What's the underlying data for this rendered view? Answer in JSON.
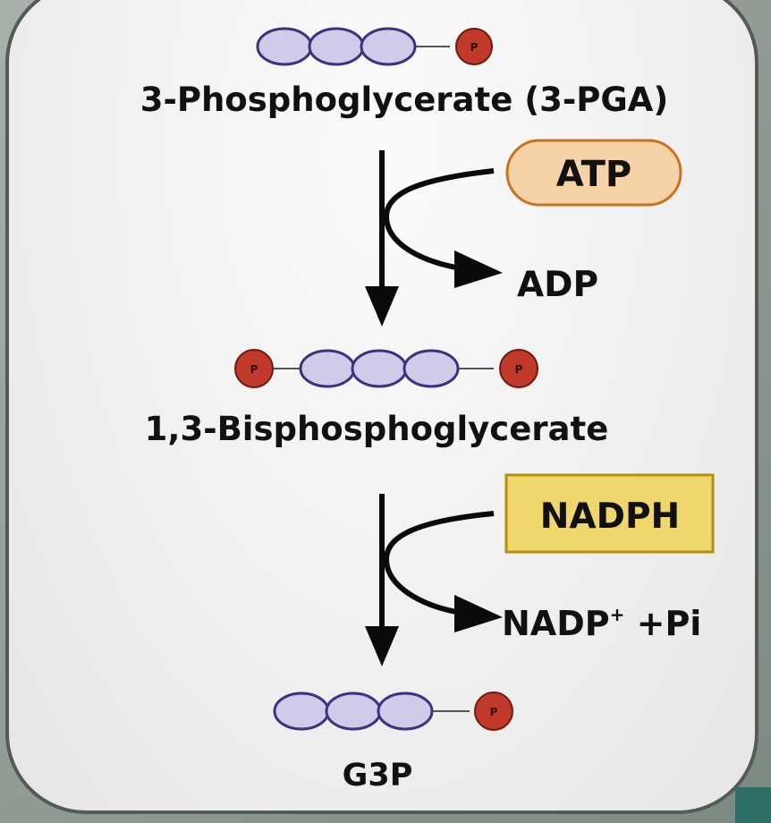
{
  "molecules": {
    "pga": {
      "label": "3-Phosphoglycerate (3-PGA)"
    },
    "bpg": {
      "label": "1,3-Bisphosphoglycerate"
    },
    "g3p": {
      "label": "G3P"
    }
  },
  "phosphate_label": "P",
  "step1": {
    "input": "ATP",
    "output": "ADP"
  },
  "step2": {
    "input": "NADPH",
    "output_main": "NADP",
    "output_sup": "+",
    "output_extra": " +Pi"
  },
  "colors": {
    "carbon_fill": "#cfcbe9",
    "carbon_stroke": "#3c3282",
    "phosphate_fill": "#c0392b",
    "phosphate_stroke": "#6e1a10",
    "atp_fill": "#f6d2a8",
    "atp_stroke": "#c8731f",
    "nadph_fill": "#efd66d",
    "nadph_stroke": "#b58f10",
    "arrow": "#0a0a0a"
  }
}
